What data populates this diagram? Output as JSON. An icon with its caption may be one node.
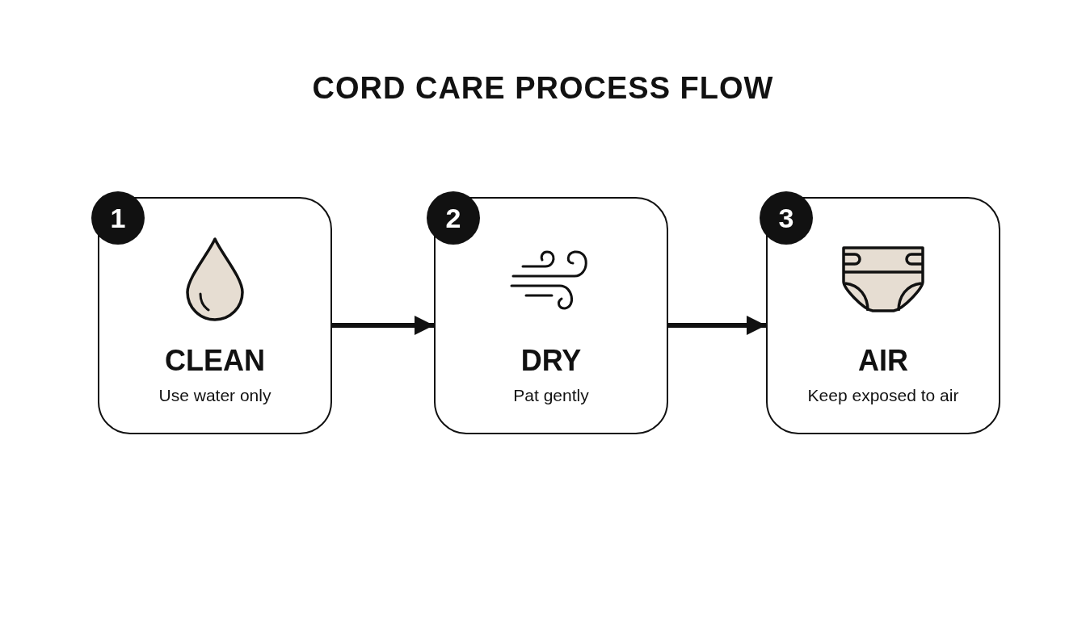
{
  "diagram": {
    "title": "CORD CARE PROCESS FLOW",
    "nodes": [
      {
        "text": [
          "1"
        ]
      },
      {
        "text": [
          "CLEAN",
          "Use water only"
        ]
      },
      {
        "text": [
          "2"
        ]
      },
      {
        "text": [
          "DRY",
          "Pat gently"
        ]
      },
      {
        "text": [
          "3"
        ]
      },
      {
        "text": [
          "AIR",
          "Keep exposed to air"
        ]
      }
    ],
    "edges": [
      {
        "from": 1,
        "to": 3,
        "arrow": "to"
      },
      {
        "from": 3,
        "to": 5,
        "arrow": "to"
      }
    ]
  }
}
